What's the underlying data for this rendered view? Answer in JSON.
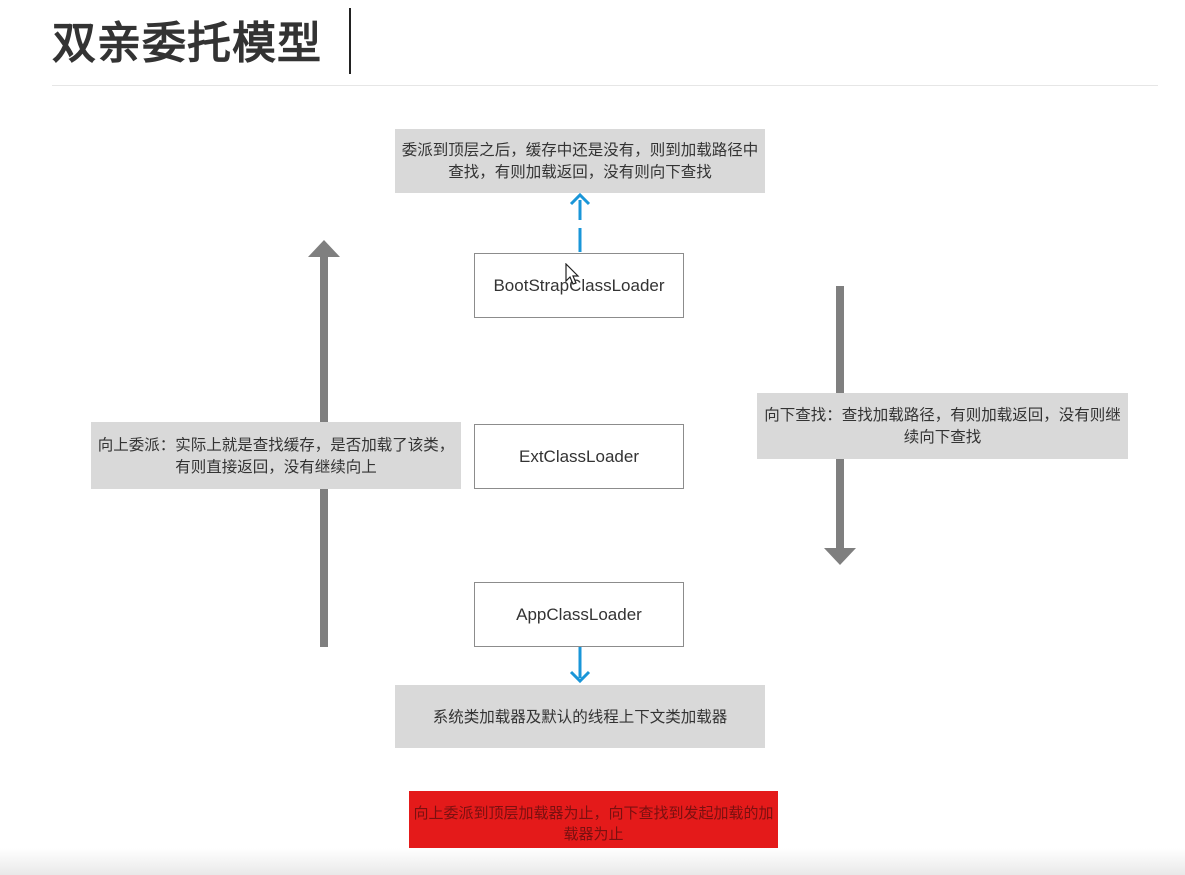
{
  "title": "双亲委托模型",
  "loaders": {
    "bootstrap": "BootStrapClassLoader",
    "ext": "ExtClassLoader",
    "app": "AppClassLoader"
  },
  "notes": {
    "top": "委派到顶层之后，缓存中还是没有，则到加载路径中查找，有则加载返回，没有则向下查找",
    "left": "向上委派：实际上就是查找缓存，是否加载了该类，有则直接返回，没有继续向上",
    "right": "向下查找：查找加载路径，有则加载返回，没有则继续向下查找",
    "bottom": "系统类加载器及默认的线程上下文类加载器"
  },
  "summary": "向上委派到顶层加载器为止，向下查找到发起加载的加载器为止",
  "colors": {
    "note_bg": "#d9d9d9",
    "summary_bg": "#e41a1a",
    "gray_arrow": "#7f7f7f",
    "blue_arrow": "#1a96d8"
  }
}
